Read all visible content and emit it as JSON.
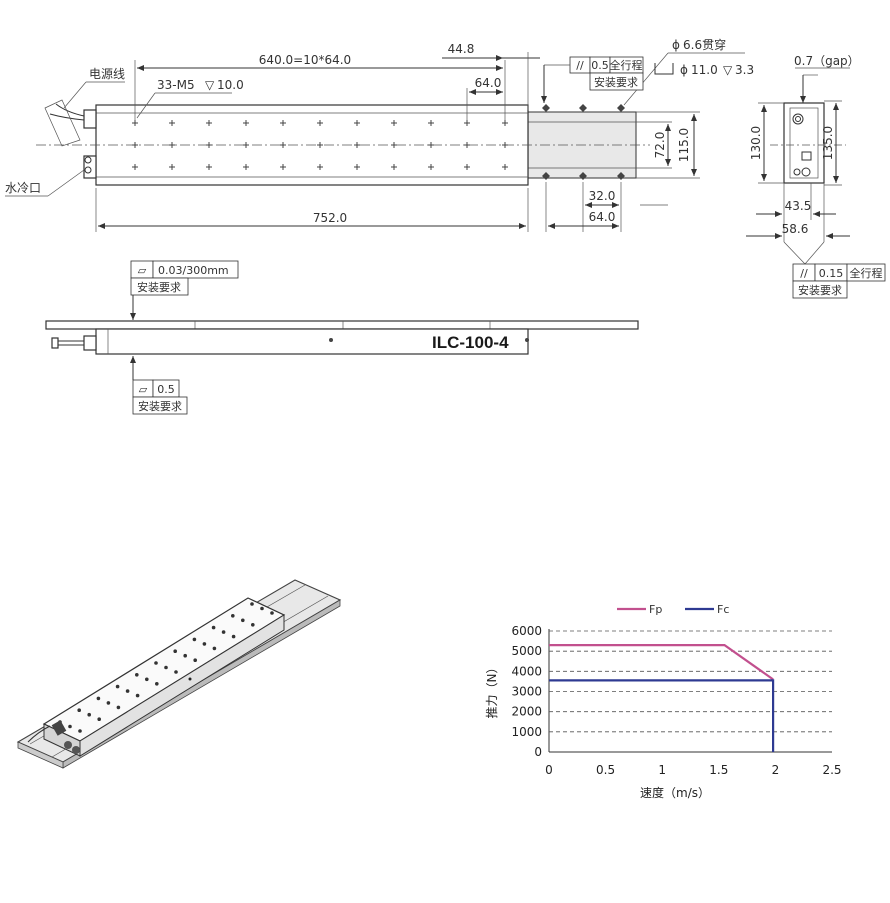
{
  "dimensions": {
    "d_640": "640.0=10*64.0",
    "d_44_8": "44.8",
    "d_64_top": "64.0",
    "d_752": "752.0",
    "d_32": "32.0",
    "d_64_bottom": "64.0",
    "d_72": "72.0",
    "d_115": "115.0",
    "d_130": "130.0",
    "d_135": "135.0",
    "d_43_5": "43.5",
    "d_58_6": "58.6",
    "gap": "0.7（gap）"
  },
  "callouts": {
    "power_cable": "电源线",
    "water_port": "水冷口",
    "tapped_holes": "33-M5",
    "tapped_depth": "10.0",
    "through_hole": "6.6贯穿",
    "counterbore": "11.0",
    "counterbore_depth": "3.3"
  },
  "tolerances": {
    "parallel_top": {
      "symbol": "//",
      "value": "0.5",
      "scope": "全行程",
      "note": "安装要求"
    },
    "parallel_side": {
      "symbol": "//",
      "value": "0.15",
      "scope": "全行程",
      "note": "安装要求"
    },
    "flatness_stator": {
      "symbol": "▱",
      "value": "0.03/300mm",
      "note": "安装要求"
    },
    "flatness_mover": {
      "symbol": "▱",
      "value": "0.5",
      "note": "安装要求"
    }
  },
  "model_label": "ILC-100-4",
  "colors": {
    "fp": "#c2508e",
    "fc": "#2e3a92",
    "line": "#333333"
  },
  "chart_data": {
    "type": "line",
    "xlabel": "速度（m/s）",
    "ylabel": "推力（N）",
    "xlim": [
      0,
      2.5
    ],
    "ylim": [
      0,
      6000
    ],
    "xticks": [
      "0",
      "0.5",
      "1",
      "1.5",
      "2",
      "2.5"
    ],
    "yticks": [
      "0",
      "1000",
      "2000",
      "3000",
      "4000",
      "5000",
      "6000"
    ],
    "grid": "horizontal dashed",
    "legend": "top",
    "series": [
      {
        "name": "Fp",
        "color": "#c2508e",
        "points": [
          [
            0,
            5300
          ],
          [
            1.55,
            5300
          ],
          [
            1.98,
            3600
          ]
        ]
      },
      {
        "name": "Fc",
        "color": "#2e3a92",
        "points": [
          [
            0,
            3550
          ],
          [
            1.98,
            3550
          ],
          [
            1.98,
            0
          ]
        ]
      }
    ]
  }
}
